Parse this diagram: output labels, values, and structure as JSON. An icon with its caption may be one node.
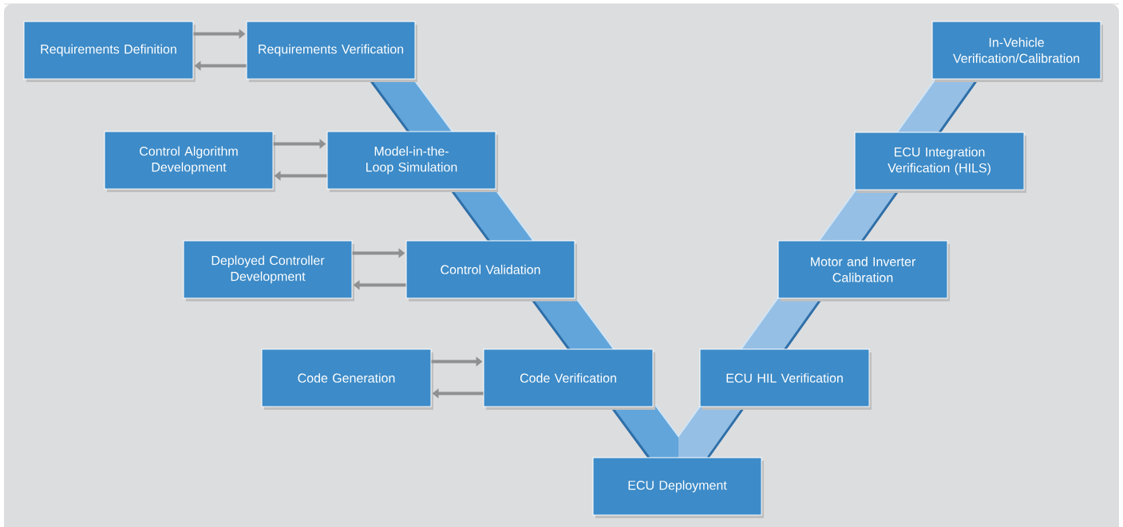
{
  "diagram": {
    "nodes": [
      {
        "text": [
          "Requirements Definition"
        ]
      },
      {
        "text": [
          "Requirements Verification"
        ]
      },
      {
        "text": [
          "Control Algorithm Development"
        ]
      },
      {
        "text": [
          "Model-in-the-Loop Simulation"
        ]
      },
      {
        "text": [
          "Deployed Controller Development"
        ]
      },
      {
        "text": [
          "Control Validation"
        ]
      },
      {
        "text": [
          "Code Generation"
        ]
      },
      {
        "text": [
          "Code Verification"
        ]
      },
      {
        "text": [
          "ECU Deployment"
        ]
      },
      {
        "text": [
          "ECU HIL Verification"
        ]
      },
      {
        "text": [
          "Motor and Inverter Calibration"
        ]
      },
      {
        "text": [
          "ECU Integration Verification (HILS)"
        ]
      },
      {
        "text": [
          "In-Vehicle Verification/Calibration"
        ]
      }
    ],
    "edges": [
      {
        "from": 0,
        "to": 1,
        "arrow": "to"
      },
      {
        "from": 1,
        "to": 0,
        "arrow": "to"
      },
      {
        "from": 2,
        "to": 3,
        "arrow": "to"
      },
      {
        "from": 3,
        "to": 2,
        "arrow": "to"
      },
      {
        "from": 4,
        "to": 5,
        "arrow": "to"
      },
      {
        "from": 5,
        "to": 4,
        "arrow": "to"
      },
      {
        "from": 6,
        "to": 7,
        "arrow": "to"
      },
      {
        "from": 7,
        "to": 6,
        "arrow": "to"
      }
    ]
  }
}
